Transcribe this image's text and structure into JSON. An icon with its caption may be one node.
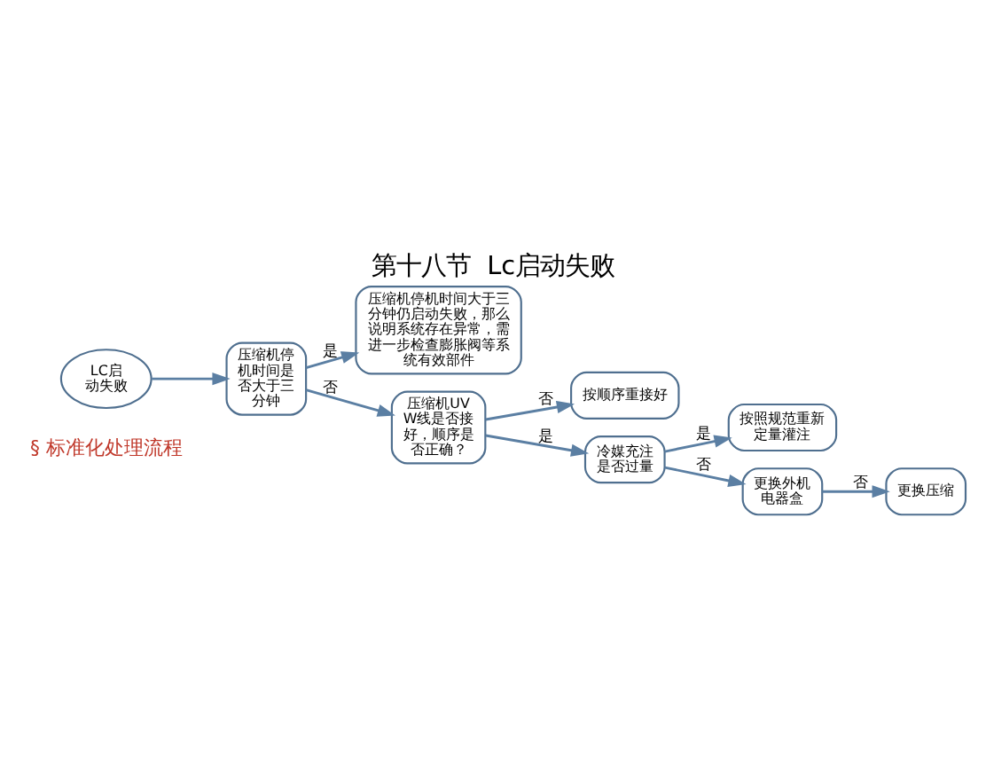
{
  "diagram": {
    "title": "第十八节  Lc启动失败",
    "nodes": [
      {
        "text": [
          "LC启动失败"
        ]
      },
      {
        "text": [
          "压缩机停机时间是否大于三分钟"
        ]
      },
      {
        "text": [
          "压缩机停机时间大于三分钟仍启动失败，那么说明系统存在异常，需进一步检查膨胀阀等系统有效部件"
        ]
      },
      {
        "text": [
          "压缩机UVW线是否接好，顺序是否正确？"
        ]
      },
      {
        "text": [
          "按顺序重接好"
        ]
      },
      {
        "text": [
          "冷媒充注是否过量"
        ]
      },
      {
        "text": [
          "按照规范重新定量灌注"
        ]
      },
      {
        "text": [
          "更换外机电器盒"
        ]
      },
      {
        "text": [
          "更换压缩"
        ]
      }
    ],
    "edges": [
      {
        "from": 0,
        "to": 1,
        "arrow": "to"
      },
      {
        "from": 1,
        "to": 2,
        "arrow": "to",
        "label": "是"
      },
      {
        "from": 1,
        "to": 3,
        "arrow": "to",
        "label": "否"
      },
      {
        "from": 3,
        "to": 4,
        "arrow": "to",
        "label": "否"
      },
      {
        "from": 3,
        "to": 5,
        "arrow": "to",
        "label": "是"
      },
      {
        "from": 5,
        "to": 6,
        "arrow": "to",
        "label": "是"
      },
      {
        "from": 5,
        "to": 7,
        "arrow": "to",
        "label": "否"
      },
      {
        "from": 7,
        "to": 8,
        "arrow": "to",
        "label": "否"
      }
    ],
    "labels": [
      "§ 标准化处理流程"
    ]
  }
}
